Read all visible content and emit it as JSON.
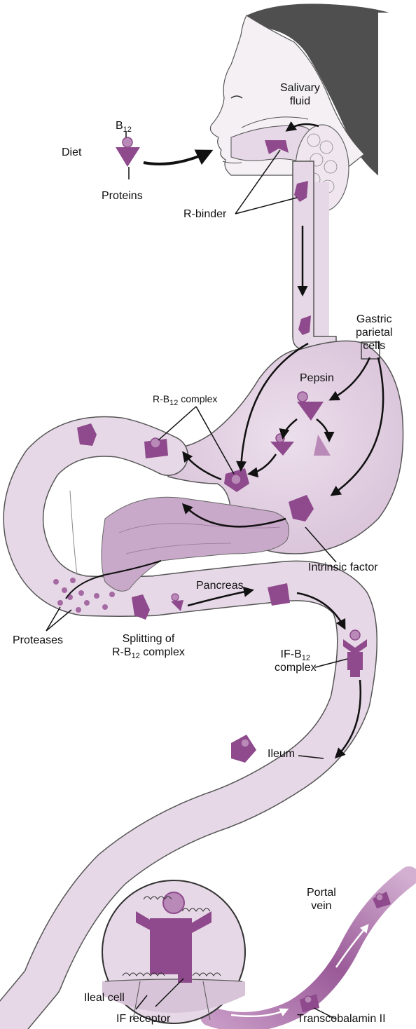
{
  "labels": {
    "b12_prefix": "B",
    "b12_sub": "12",
    "diet": "Diet",
    "proteins": "Proteins",
    "salivary_line1": "Salivary",
    "salivary_line2": "fluid",
    "r_binder": "R-binder",
    "gastric_line1": "Gastric",
    "gastric_line2": "parietal",
    "gastric_line3": "cells",
    "pepsin": "Pepsin",
    "rb12_prefix": "R-B",
    "rb12_sub": "12",
    "rb12_suffix": " complex",
    "intrinsic_factor": "Intrinsic factor",
    "pancreas": "Pancreas",
    "proteases": "Proteases",
    "splitting_line1": "Splitting of",
    "splitting_prefix": "R-B",
    "splitting_sub": "12",
    "splitting_suffix": " complex",
    "ifb12_prefix": "IF-B",
    "ifb12_sub": "12",
    "ifb12_line2": "complex",
    "ileum": "Ileum",
    "portal_line1": "Portal",
    "portal_line2": "vein",
    "ileal_cell": "Ileal cell",
    "if_receptor": "IF receptor",
    "transcobalamin": "Transcobalamin II"
  },
  "colors": {
    "tract_fill": "#e6d8e6",
    "tract_outline": "#555555",
    "molecule": "#8e4a8c",
    "molecule_light": "#b98ab8",
    "pancreas": "#c9a9c9",
    "vein": "#a86aa6",
    "hair": "#4f4f4f",
    "arrow": "#111111"
  }
}
